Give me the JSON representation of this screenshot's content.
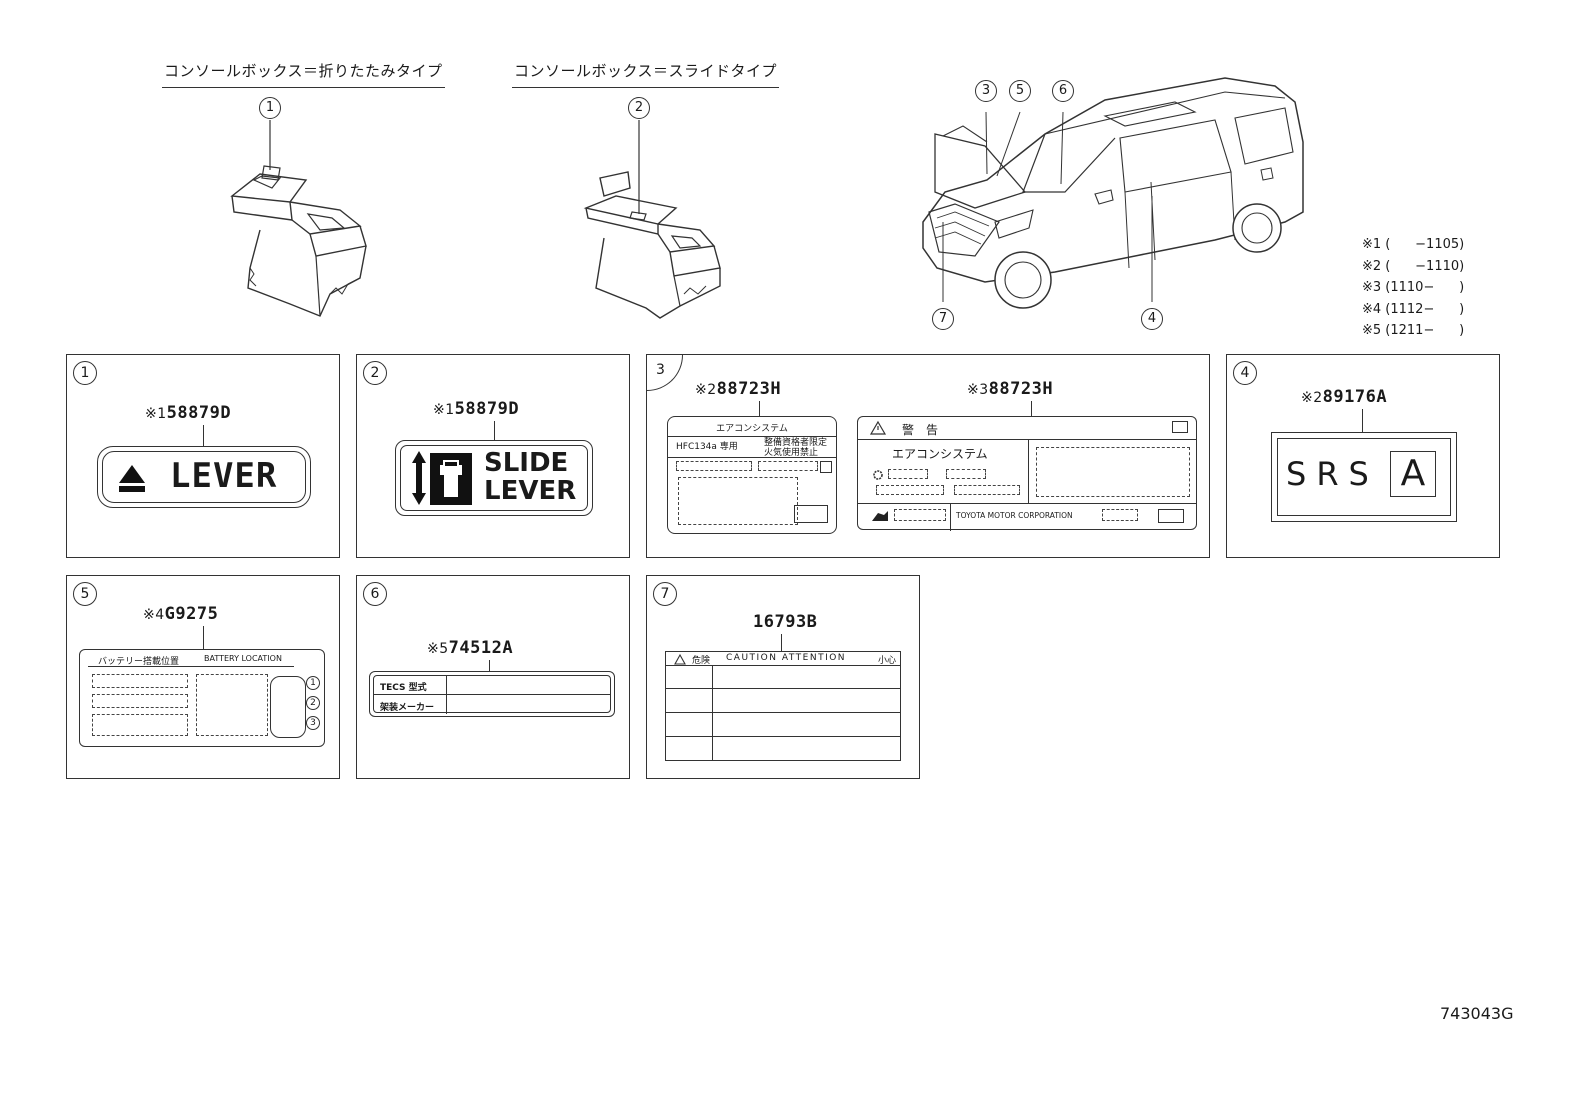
{
  "headings": {
    "left": "コンソールボックス＝折りたたみタイプ",
    "right": "コンソールボックス＝スライドタイプ"
  },
  "callouts": [
    "1",
    "2",
    "3",
    "5",
    "6",
    "7",
    "4"
  ],
  "legend": [
    "※1 (      −1105)",
    "※2 (      −1110)",
    "※3 (1110−      )",
    "※4 (1112−      )",
    "※5 (1211−      )"
  ],
  "panels": {
    "p1": {
      "num": "1",
      "mark": "※1",
      "part": "58879D",
      "label_text": "LEVER"
    },
    "p2": {
      "num": "2",
      "mark": "※1",
      "part": "58879D",
      "label_line1": "SLIDE",
      "label_line2": "LEVER"
    },
    "p3": {
      "num": "3",
      "a_mark": "※2",
      "a_part": "88723H",
      "a_title": "エアコンシステム",
      "a_left": "HFC134a 専用",
      "a_right1": "整備資格者限定",
      "a_right2": "火気使用禁止",
      "b_mark": "※3",
      "b_part": "88723H",
      "b_title": "警　告",
      "b_sub": "エアコンシステム",
      "b_footer": "TOYOTA MOTOR CORPORATION"
    },
    "p4": {
      "num": "4",
      "mark": "※2",
      "part": "89176A",
      "srs": "SRS",
      "box": "A"
    },
    "p5": {
      "num": "5",
      "mark": "※4",
      "part": "G9275",
      "header_jp": "バッテリー搭載位置",
      "header_en": "BATTERY LOCATION",
      "c1": "1",
      "c2": "2",
      "c3": "3"
    },
    "p6": {
      "num": "6",
      "mark": "※5",
      "part": "74512A",
      "row1": "TECS  型式",
      "row2": "架装メーカー"
    },
    "p7": {
      "num": "7",
      "part": "16793B",
      "header_jp": "危険",
      "header_en": "CAUTION ATTENTION",
      "header_end": "小心"
    }
  },
  "diagram_id": "743043G"
}
